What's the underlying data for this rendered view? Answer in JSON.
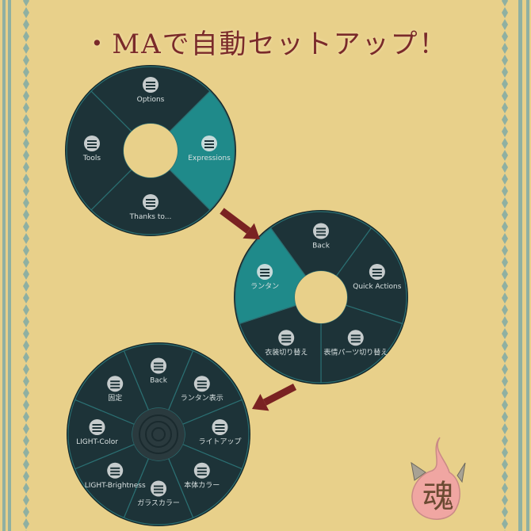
{
  "title": "・MAで自動セットアップ！",
  "colors": {
    "background": "#e8d08a",
    "border": "#8fb0a2",
    "title": "#7a2a2a",
    "wheel": "#1d3338",
    "wheel_highlight": "#1f8a8a",
    "arrow": "#7a2222"
  },
  "wheels": [
    {
      "name": "main-menu",
      "items": [
        {
          "label": "Options",
          "icon": "list-icon",
          "highlighted": false
        },
        {
          "label": "Expressions",
          "icon": "expressions-icon",
          "highlighted": true
        },
        {
          "label": "Thanks to...",
          "icon": "emoji-icon",
          "highlighted": false
        },
        {
          "label": "Tools",
          "icon": "tools-icon",
          "highlighted": false
        }
      ]
    },
    {
      "name": "expressions-menu",
      "items": [
        {
          "label": "Back",
          "icon": "back-home-icon",
          "highlighted": false
        },
        {
          "label": "Quick Actions",
          "icon": "gear-icon",
          "highlighted": false
        },
        {
          "label": "表情パーツ切り替え",
          "icon": "avatar-face-icon",
          "highlighted": false
        },
        {
          "label": "衣装切り替え",
          "icon": "outfit-icon",
          "highlighted": false
        },
        {
          "label": "ランタン",
          "icon": "lantern-icon",
          "highlighted": true
        }
      ]
    },
    {
      "name": "lantern-menu",
      "items": [
        {
          "label": "Back",
          "icon": "back-arrow-icon",
          "highlighted": false
        },
        {
          "label": "ランタン表示",
          "icon": "sparkle-play-icon",
          "highlighted": false
        },
        {
          "label": "ライトアップ",
          "icon": "bulb-play-icon",
          "highlighted": false
        },
        {
          "label": "本体カラー",
          "icon": "person-list-icon",
          "highlighted": false
        },
        {
          "label": "ガラスカラー",
          "icon": "person-list-icon",
          "highlighted": false
        },
        {
          "label": "LIGHT-Brightness",
          "icon": "radial-reset-icon",
          "highlighted": false
        },
        {
          "label": "LIGHT-Color",
          "icon": "radial-reset-icon",
          "highlighted": false
        },
        {
          "label": "固定",
          "icon": "sparkle-play-icon",
          "highlighted": false
        }
      ]
    }
  ],
  "logo": {
    "text": "魂"
  }
}
